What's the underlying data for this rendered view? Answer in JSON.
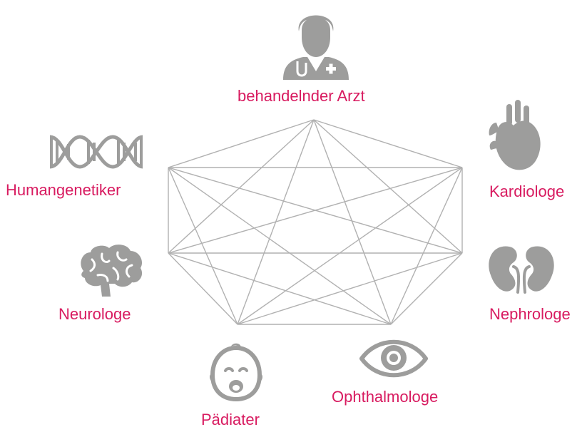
{
  "colors": {
    "label": "#d81b60",
    "icon": "#9d9d9c",
    "line": "#b1b1b1"
  },
  "nodes": [
    {
      "id": "arzt",
      "label": "behandelnder Arzt",
      "icon": "doctor-icon"
    },
    {
      "id": "kardiologe",
      "label": "Kardiologe",
      "icon": "heart-icon"
    },
    {
      "id": "nephrologe",
      "label": "Nephrologe",
      "icon": "kidneys-icon"
    },
    {
      "id": "ophthalmologe",
      "label": "Ophthalmologe",
      "icon": "eye-icon"
    },
    {
      "id": "paediater",
      "label": "Pädiater",
      "icon": "baby-face-icon"
    },
    {
      "id": "neurologe",
      "label": "Neurologe",
      "icon": "brain-icon"
    },
    {
      "id": "humangenetiker",
      "label": "Humangenetiker",
      "icon": "dna-icon"
    }
  ],
  "connections": "all-to-all"
}
